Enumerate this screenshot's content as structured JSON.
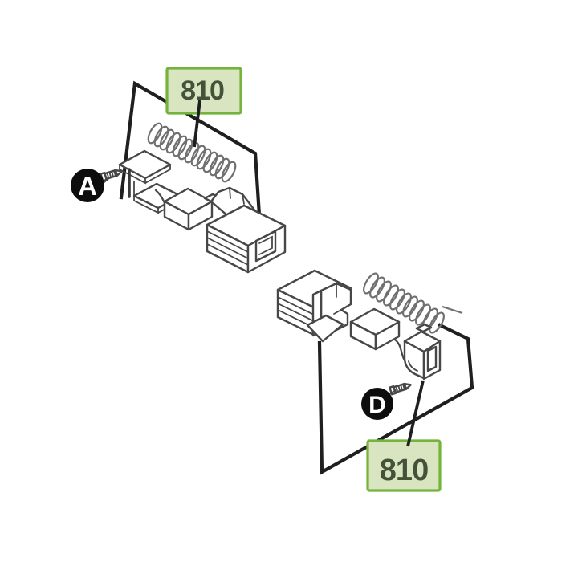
{
  "diagram": {
    "callouts": {
      "top": {
        "part_number": "810"
      },
      "bottom": {
        "part_number": "810"
      }
    },
    "markers": {
      "a": {
        "letter": "A"
      },
      "d": {
        "letter": "D"
      }
    },
    "colors": {
      "background": "#ffffff",
      "outline_dark": "#1f1f1f",
      "part_line": "#474747",
      "spring_line": "#6f6f6f",
      "callout_fill": "#d8e5c0",
      "callout_border": "#74b33c",
      "callout_text": "#45523a",
      "marker_fill": "#0d0d0d",
      "marker_text": "#ffffff"
    }
  }
}
